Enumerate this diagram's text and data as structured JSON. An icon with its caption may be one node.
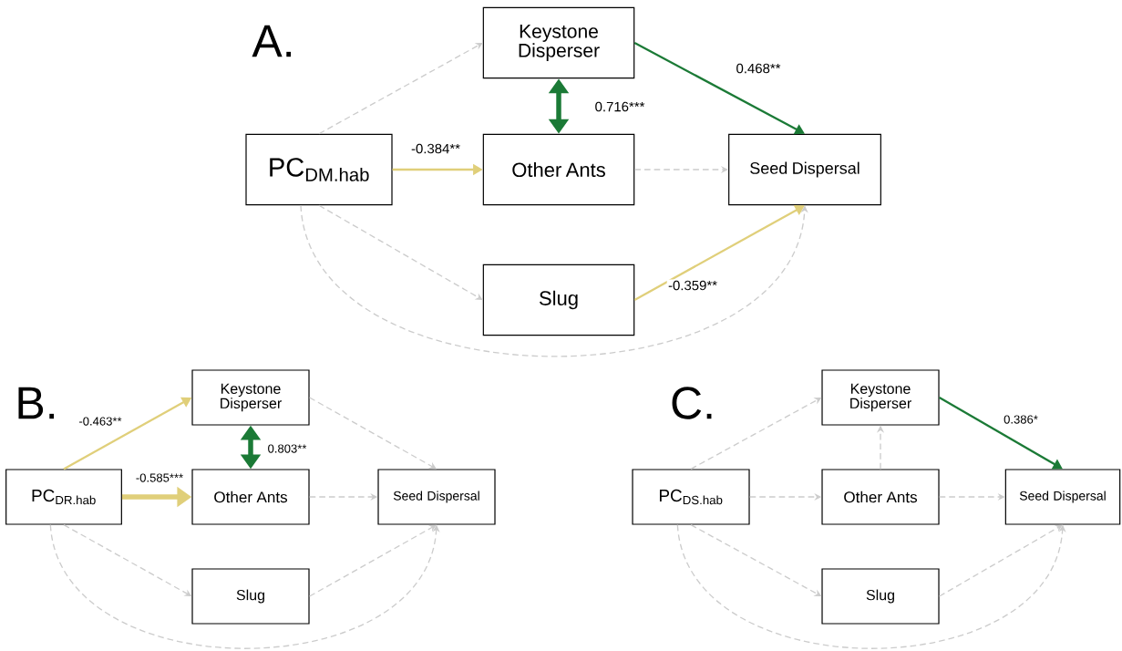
{
  "diagram": {
    "nodes": [
      {
        "text": [
          "Keystone Disperser"
        ]
      },
      {
        "text": [
          "PC$_{DM.hab}$"
        ]
      },
      {
        "text": [
          "Other Ants"
        ]
      },
      {
        "text": [
          "Seed Dispersal"
        ]
      },
      {
        "text": [
          "Slug"
        ]
      },
      {
        "text": [
          "Keystone Disperser"
        ]
      },
      {
        "text": [
          "PC$_{DR.hab}$"
        ]
      },
      {
        "text": [
          "Other Ants"
        ]
      },
      {
        "text": [
          "Seed Dispersal"
        ]
      },
      {
        "text": [
          "Slug"
        ]
      },
      {
        "text": [
          "Keystone Disperser"
        ]
      },
      {
        "text": [
          "PC$_{DS.hab}$"
        ]
      },
      {
        "text": [
          "Other Ants"
        ]
      },
      {
        "text": [
          "Seed Dispersal"
        ]
      },
      {
        "text": [
          "Slug"
        ]
      }
    ],
    "edges": [
      {
        "from": 1,
        "to": 0,
        "arrow": "to",
        "style": "dashed"
      },
      {
        "from": 1,
        "to": 2,
        "arrow": "to",
        "label": "-0.384**",
        "color": "#e0cf7a"
      },
      {
        "from": 1,
        "to": 4,
        "arrow": "to",
        "style": "dashed"
      },
      {
        "from": 1,
        "to": 3,
        "arrow": "to",
        "style": "dashed"
      },
      {
        "from": 0,
        "to": 2,
        "arrow": "both",
        "label": "0.716***",
        "style": "thick",
        "color": "#1b7a36"
      },
      {
        "from": 0,
        "to": 3,
        "arrow": "to",
        "label": "0.468**",
        "color": "#1b7a36"
      },
      {
        "from": 2,
        "to": 3,
        "arrow": "to",
        "style": "dashed"
      },
      {
        "from": 4,
        "to": 3,
        "arrow": "to",
        "label": "-0.359**",
        "color": "#e0cf7a"
      },
      {
        "from": 6,
        "to": 5,
        "arrow": "to",
        "label": "-0.463**",
        "color": "#e0cf7a"
      },
      {
        "from": 6,
        "to": 7,
        "arrow": "to",
        "label": "-0.585***",
        "style": "thick",
        "color": "#e0cf7a"
      },
      {
        "from": 5,
        "to": 7,
        "arrow": "both",
        "label": "0.803**",
        "style": "thick",
        "color": "#1b7a36"
      },
      {
        "from": 5,
        "to": 8,
        "arrow": "to",
        "style": "dashed"
      },
      {
        "from": 7,
        "to": 8,
        "arrow": "to",
        "style": "dashed"
      },
      {
        "from": 6,
        "to": 9,
        "arrow": "to",
        "style": "dashed"
      },
      {
        "from": 9,
        "to": 8,
        "arrow": "to",
        "style": "dashed"
      },
      {
        "from": 6,
        "to": 8,
        "arrow": "to",
        "style": "dashed"
      },
      {
        "from": 11,
        "to": 10,
        "arrow": "to",
        "style": "dashed"
      },
      {
        "from": 11,
        "to": 12,
        "arrow": "to",
        "style": "dashed"
      },
      {
        "from": 12,
        "to": 10,
        "arrow": "to",
        "style": "dashed"
      },
      {
        "from": 12,
        "to": 13,
        "arrow": "to",
        "style": "dashed"
      },
      {
        "from": 10,
        "to": 13,
        "arrow": "to",
        "label": "0.386*",
        "color": "#1b7a36"
      },
      {
        "from": 11,
        "to": 14,
        "arrow": "to",
        "style": "dashed"
      },
      {
        "from": 14,
        "to": 13,
        "arrow": "to",
        "style": "dashed"
      },
      {
        "from": 11,
        "to": 13,
        "arrow": "to",
        "style": "dashed"
      }
    ],
    "labels": [
      "A.",
      "B.",
      "C."
    ]
  }
}
